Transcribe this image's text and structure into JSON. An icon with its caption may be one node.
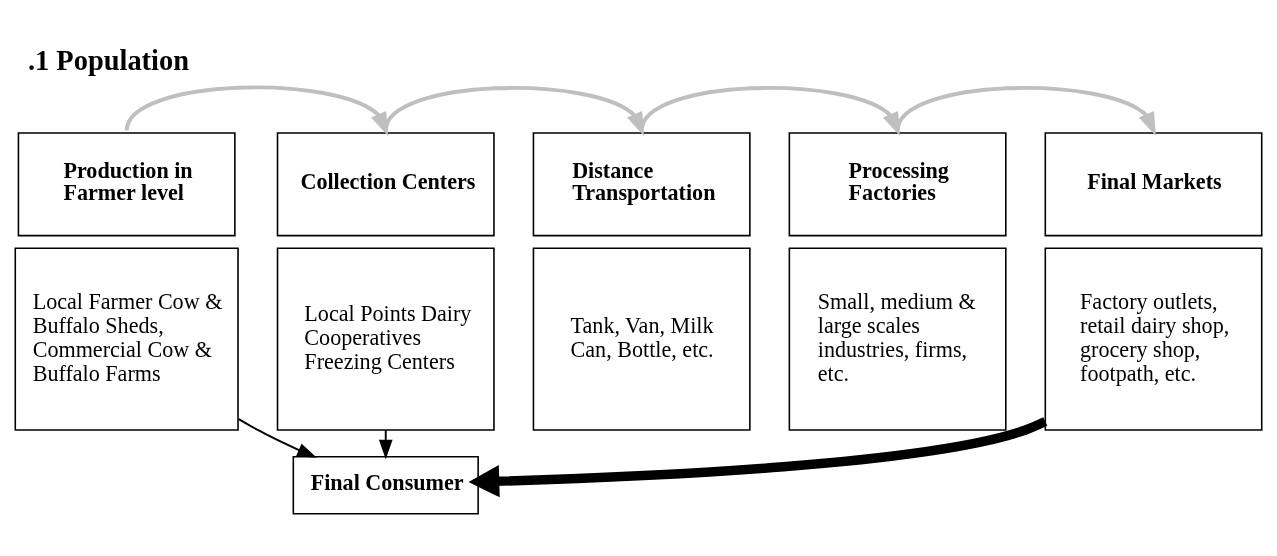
{
  "diagram": {
    "title": ".1 Population",
    "nodes": [
      {
        "text": [
          "Production in Farmer level"
        ]
      },
      {
        "text": [
          "Local Farmer Cow & Buffalo Sheds, Commercial Cow & Buffalo Farms"
        ]
      },
      {
        "text": [
          "Collection Centers"
        ]
      },
      {
        "text": [
          "Local Points Dairy Cooperatives Freezing Centers"
        ]
      },
      {
        "text": [
          "Distance Transportation"
        ]
      },
      {
        "text": [
          "Tank, Van, Milk Can, Bottle, etc."
        ]
      },
      {
        "text": [
          "Processing Factories"
        ]
      },
      {
        "text": [
          "Small, medium & large scales industries, firms, etc."
        ]
      },
      {
        "text": [
          "Final Markets"
        ]
      },
      {
        "text": [
          "Factory outlets, retail dairy shop, grocery shop, footpath, etc."
        ]
      },
      {
        "text": [
          "Final Consumer"
        ]
      }
    ],
    "edges": [
      {
        "from": 0,
        "to": 2,
        "arrow": "to"
      },
      {
        "from": 2,
        "to": 4,
        "arrow": "to"
      },
      {
        "from": 4,
        "to": 6,
        "arrow": "to"
      },
      {
        "from": 6,
        "to": 8,
        "arrow": "to"
      },
      {
        "from": 1,
        "to": 10,
        "arrow": "to",
        "color": "#000000"
      },
      {
        "from": 3,
        "to": 10,
        "arrow": "to",
        "color": "#000000"
      },
      {
        "from": 9,
        "to": 10,
        "arrow": "to",
        "style": "thick",
        "color": "#000000"
      }
    ]
  }
}
